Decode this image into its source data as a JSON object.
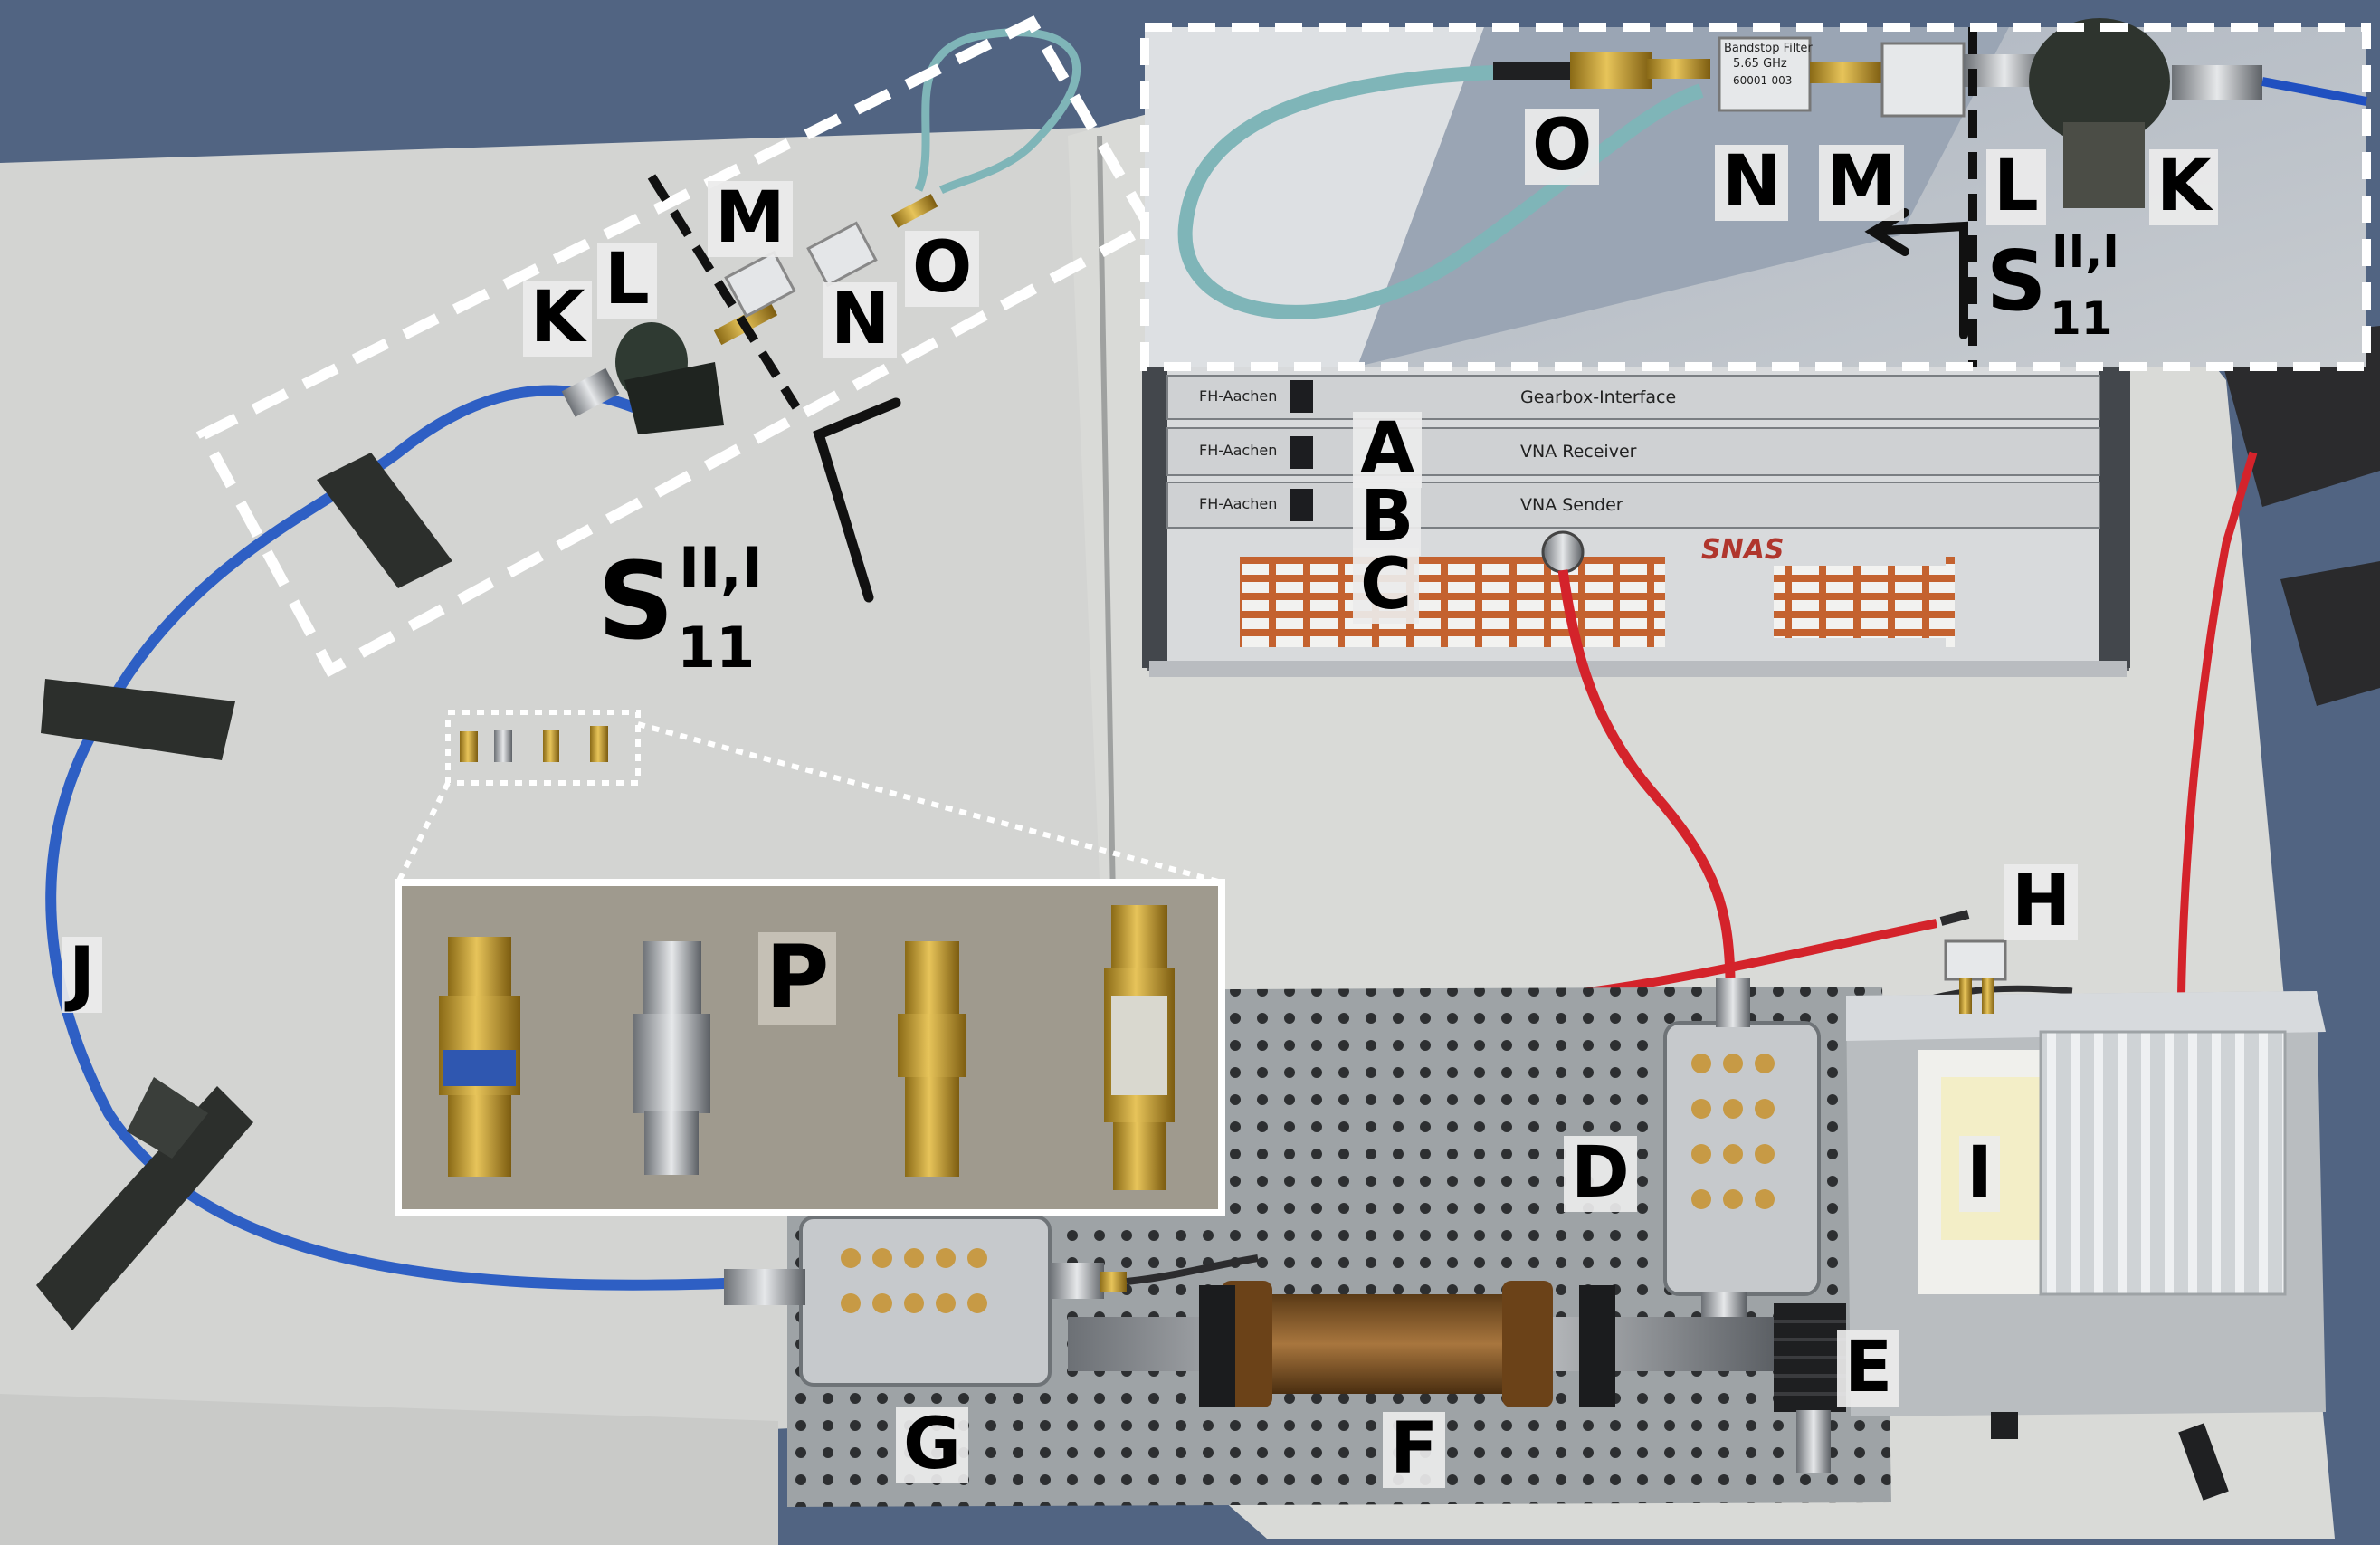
{
  "labels": {
    "A": "A",
    "B": "B",
    "C": "C",
    "D": "D",
    "E": "E",
    "F": "F",
    "G": "G",
    "H": "H",
    "I": "I",
    "J": "J",
    "K": "K",
    "L": "L",
    "M": "M",
    "N": "N",
    "O": "O",
    "P": "P"
  },
  "inset_labels": {
    "O": "O",
    "N": "N",
    "M": "M",
    "L": "L",
    "K": "K"
  },
  "s_param": {
    "letter": "S",
    "superscript": "II,I",
    "subscript": "11"
  },
  "rack_panels": {
    "p1_left": "FH-Aachen",
    "p1_center": "Gearbox-Interface",
    "p2_left": "FH-Aachen",
    "p2_center": "VNA Receiver",
    "p3_left": "FH-Aachen",
    "p3_center": "VNA Sender",
    "logo": "SNAS"
  },
  "filter_print": {
    "line1": "Bandstop Filter",
    "line2": "5.65 GHz",
    "line3": "60001-003"
  },
  "colors": {
    "table": "#d2d3d1",
    "floor": "#5a6e8c",
    "blue_cable": "#2e5fc4",
    "red_cable": "#d4232b",
    "gold": "#c9a035",
    "teal_cable": "#7fb5b8"
  }
}
